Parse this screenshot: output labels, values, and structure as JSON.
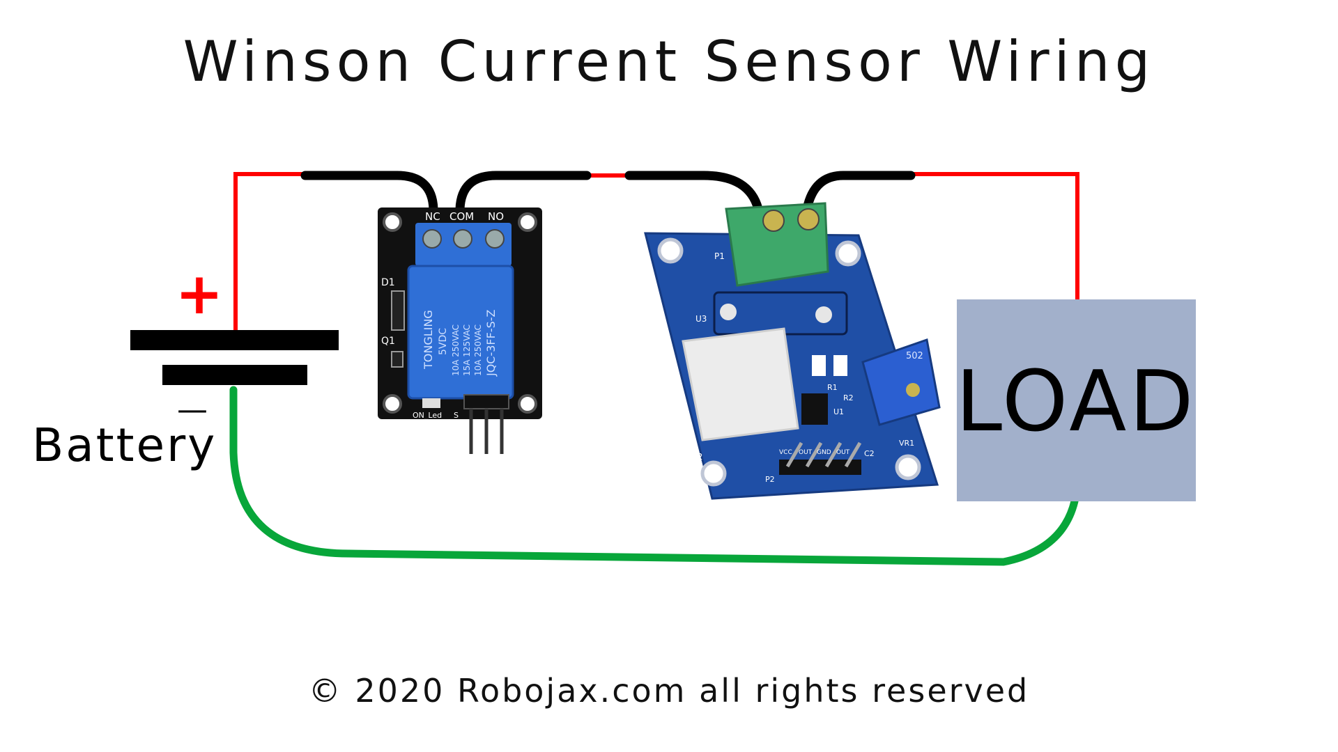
{
  "title": "Winson Current Sensor Wiring",
  "footer": "© 2020 Robojax.com all rights reserved",
  "battery": {
    "label": "Battery",
    "plus": "+",
    "minus": "—"
  },
  "load": {
    "label": "LOAD",
    "fill": "#a2b0cb"
  },
  "relay": {
    "terminals": [
      "NC",
      "COM",
      "NO"
    ],
    "body_lines": [
      "TONGLING",
      "5VDC",
      "10A 250VAC",
      "15A 125VAC",
      "10A 250VAC",
      "JQC-3FF-S-Z"
    ],
    "markings": [
      "D1",
      "Q1",
      "ON_Led",
      "S"
    ]
  },
  "sensor": {
    "markings": [
      "P1",
      "U3",
      "U2",
      "U1",
      "R1",
      "R2",
      "P2",
      "VCC",
      "OUT",
      "GND",
      "OUT",
      "C2",
      "VR1"
    ],
    "pot_label": "502"
  },
  "colors": {
    "positive_wire": "#ff0000",
    "negative_wire": "#08a63a",
    "jumper_wire": "#000000",
    "relay_board": "#111111",
    "relay_body": "#2f6fd6",
    "sensor_board": "#1f4fa6",
    "terminal_block": "#3ea86a"
  }
}
